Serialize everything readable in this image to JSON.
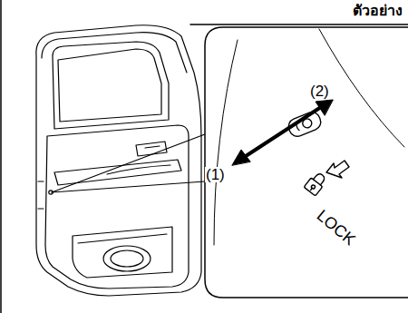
{
  "diagram": {
    "labels": [
      "ตัวอย่าง",
      "(2)",
      "(1)",
      "LOCK"
    ]
  }
}
